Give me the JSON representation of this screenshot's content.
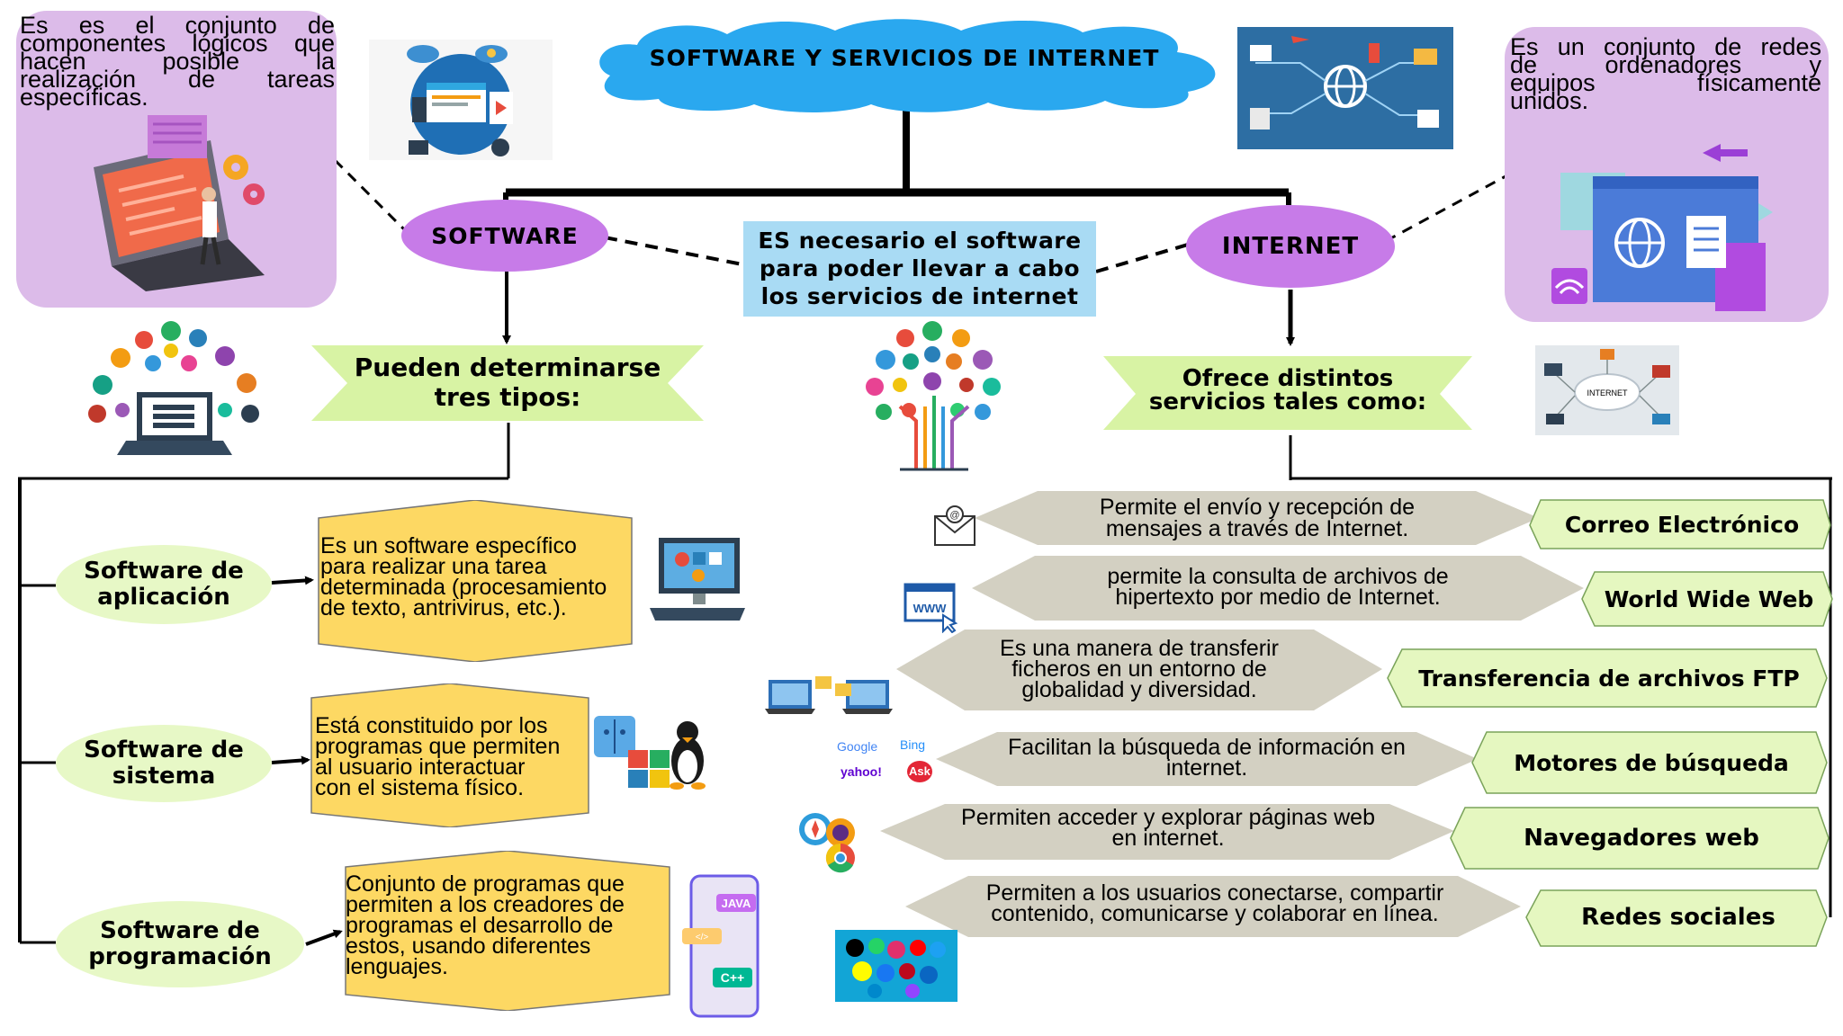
{
  "title": "SOFTWARE Y SERVICIOS DE INTERNET",
  "software_definition_lines": [
    "Es es el conjunto de",
    "componentes lógicos que",
    "hacen posible la",
    "realización de tareas",
    "específicas."
  ],
  "internet_definition_lines": [
    "Es un conjunto de redes",
    "de ordenadores y",
    "equipos físicamente",
    "unidos."
  ],
  "software_node": "SOFTWARE",
  "internet_node": "INTERNET",
  "center_note_lines": [
    "ES necesario el software",
    "para poder llevar a cabo",
    "los servicios de internet"
  ],
  "software_banner_lines": [
    "Pueden determinarse",
    "tres tipos:"
  ],
  "internet_banner_lines": [
    "Ofrece distintos",
    "servicios tales como:"
  ],
  "software_types": [
    {
      "name_lines": [
        "Software de",
        "aplicación"
      ],
      "desc_lines": [
        "Es un software específico",
        "para realizar una tarea",
        "determinada (procesamiento",
        "de texto, antrivirus, etc.)."
      ]
    },
    {
      "name_lines": [
        "Software de",
        "sistema"
      ],
      "desc_lines": [
        "Está constituido por los",
        "programas que permiten",
        "al usuario interactuar",
        "con el sistema físico."
      ]
    },
    {
      "name_lines": [
        "Software de",
        "programación"
      ],
      "desc_lines": [
        "Conjunto de programas que",
        "permiten a los creadores de",
        "programas el desarrollo de",
        "estos, usando diferentes",
        "lenguajes."
      ]
    }
  ],
  "internet_services": [
    {
      "name": "Correo Electrónico",
      "desc_lines": [
        "Permite el envío y recepción de",
        "mensajes a través de Internet."
      ]
    },
    {
      "name": "World Wide Web",
      "desc_lines": [
        "permite la consulta de archivos de",
        "hipertexto por medio de Internet."
      ]
    },
    {
      "name": "Transferencia de archivos FTP",
      "desc_lines": [
        "Es una manera de transferir",
        "ficheros en un entorno de",
        "globalidad y diversidad."
      ]
    },
    {
      "name": "Motores de búsqueda",
      "desc_lines": [
        "Facilitan la búsqueda de información en",
        "internet."
      ]
    },
    {
      "name": "Navegadores web",
      "desc_lines": [
        "Permiten acceder y explorar páginas web",
        "en internet."
      ]
    },
    {
      "name": "Redes sociales",
      "desc_lines": [
        "Permiten a los usuarios conectarse, compartir",
        "contenido, comunicarse y colaborar en línea."
      ]
    }
  ],
  "image_labels": {
    "www": "WWW",
    "internet_cloud": "INTERNET",
    "java": "JAVA",
    "cpp": "C++",
    "google": "Google",
    "bing": "Bing",
    "yahoo": "yahoo!",
    "ask": "Ask"
  },
  "colors": {
    "purple_box": "#dcbbe9",
    "purple_node": "#c77be8",
    "blue_cloud": "#2aa8ef",
    "note_blue": "#a9dbf4",
    "banner_green": "#d8f3a4",
    "type_oval_green": "#e7f8c6",
    "desc_yellow": "#fdd863",
    "service_grey": "#d3d0c2",
    "service_green": "#e5f7c0"
  }
}
